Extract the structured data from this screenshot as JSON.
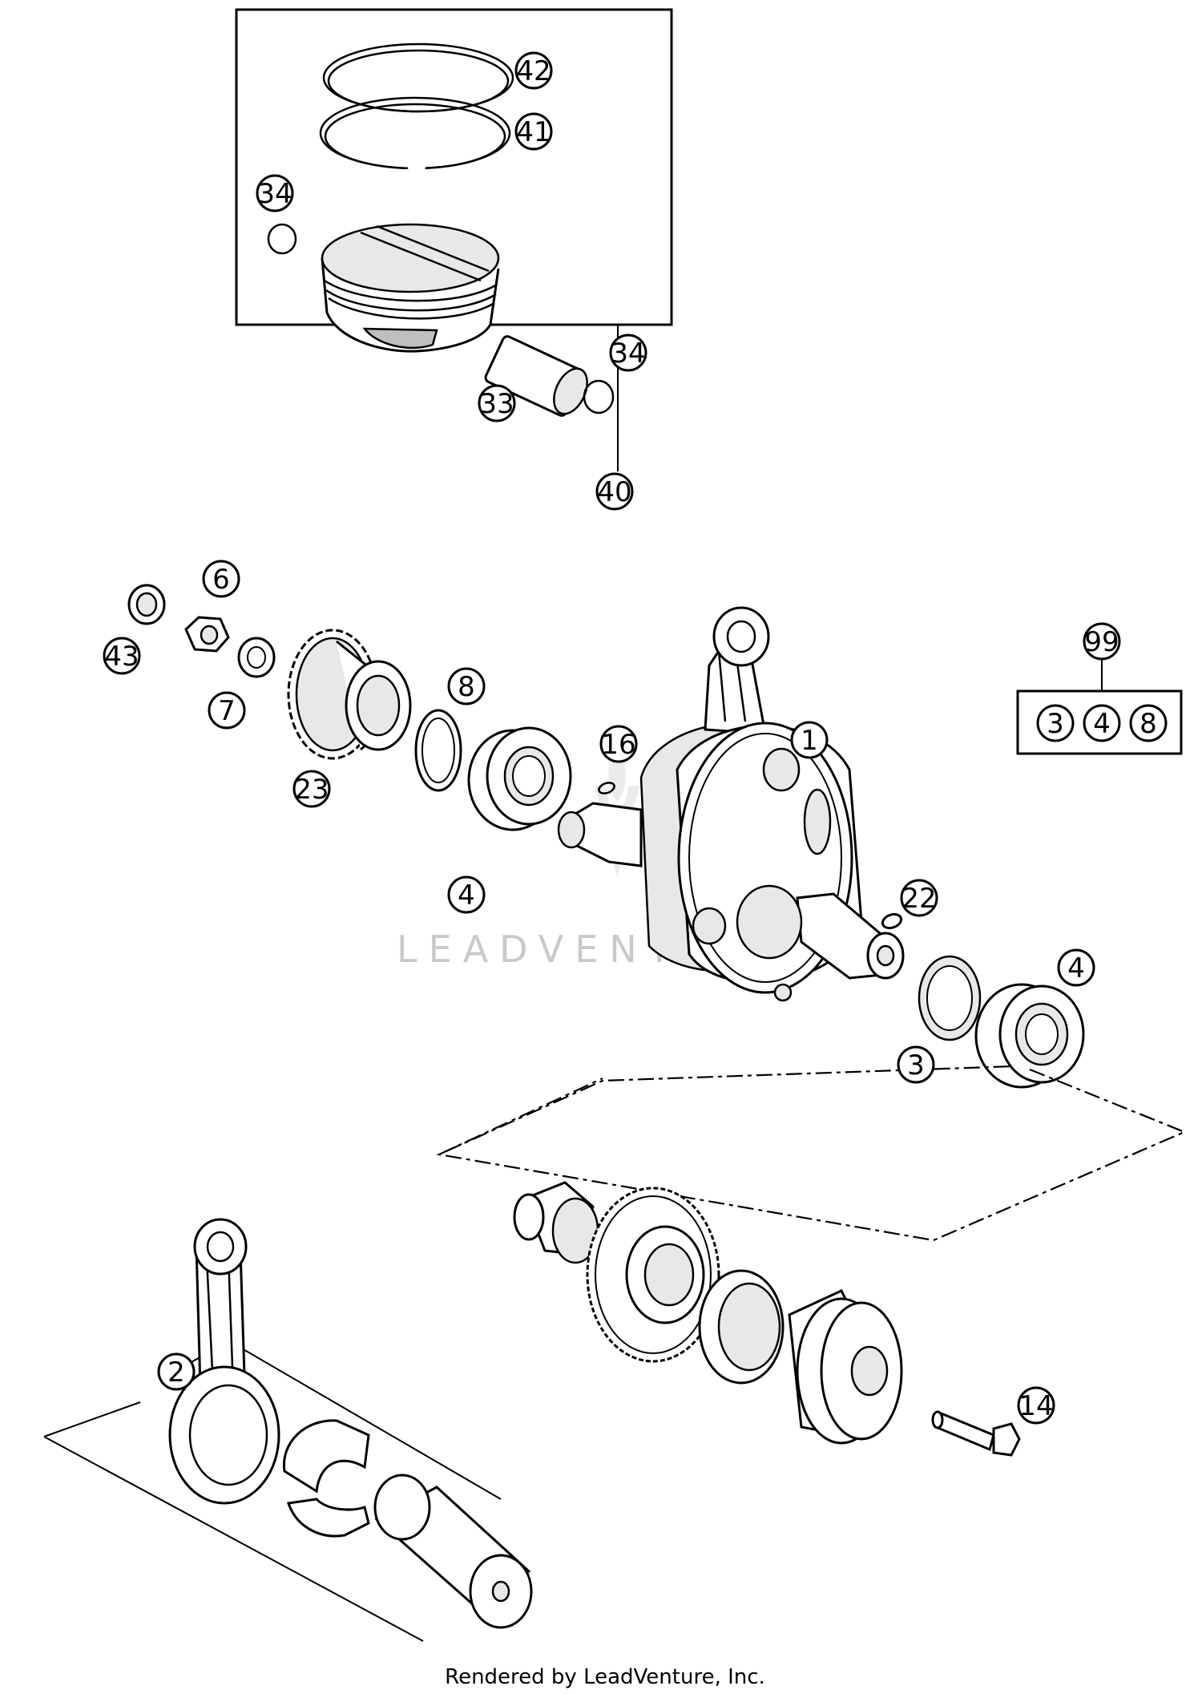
{
  "callouts": {
    "c42": "42",
    "c41": "41",
    "c34a": "34",
    "c34b": "34",
    "c33": "33",
    "c40": "40",
    "c6": "6",
    "c43": "43",
    "c7": "7",
    "c8": "8",
    "c23": "23",
    "c16": "16",
    "c1": "1",
    "c4a": "4",
    "c22": "22",
    "c4b": "4",
    "c3": "3",
    "c99": "99",
    "c99_3": "3",
    "c99_4": "4",
    "c99_8": "8",
    "c14": "14",
    "c2": "2"
  },
  "watermark": "LEADVENTURE",
  "footer": "Rendered by LeadVenture, Inc."
}
